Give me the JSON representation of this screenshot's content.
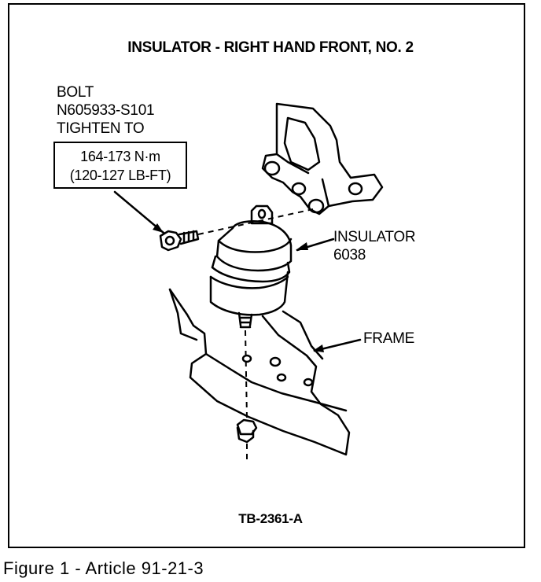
{
  "figure": {
    "title": "INSULATOR - RIGHT HAND FRONT, NO. 2",
    "bolt": {
      "line1": "BOLT",
      "line2": "N605933-S101",
      "line3": "TIGHTEN TO"
    },
    "torque": {
      "metric": "164-173 N·m",
      "imperial": "(120-127 LB-FT)"
    },
    "insulator": {
      "name": "INSULATOR",
      "part_number": "6038"
    },
    "frame_label": "FRAME",
    "code": "TB-2361-A"
  },
  "caption": "Figure 1 - Article 91-21-3"
}
